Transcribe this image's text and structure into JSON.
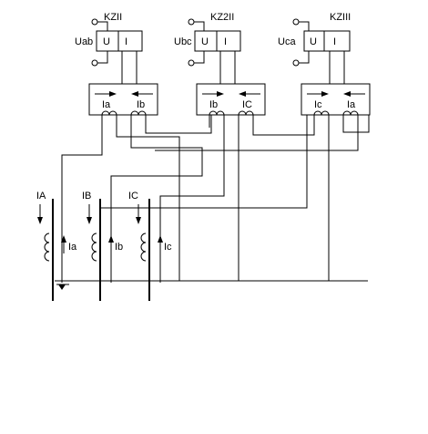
{
  "relays": [
    {
      "name": "KZII",
      "voltage": "Uab",
      "u_label": "U",
      "i_label": "I"
    },
    {
      "name": "KZ2II",
      "voltage": "Ubc",
      "u_label": "U",
      "i_label": "I"
    },
    {
      "name": "KZIII",
      "voltage": "Uca",
      "u_label": "U",
      "i_label": "I"
    }
  ],
  "transformers": [
    {
      "left": "Ia",
      "right": "Ib"
    },
    {
      "left": "Ib",
      "right": "IC"
    },
    {
      "left": "Ic",
      "right": "Ia"
    }
  ],
  "phases": [
    {
      "primary": "IA",
      "secondary": "Ia"
    },
    {
      "primary": "IB",
      "secondary": "Ib"
    },
    {
      "primary": "IC",
      "secondary": "Ic"
    }
  ]
}
